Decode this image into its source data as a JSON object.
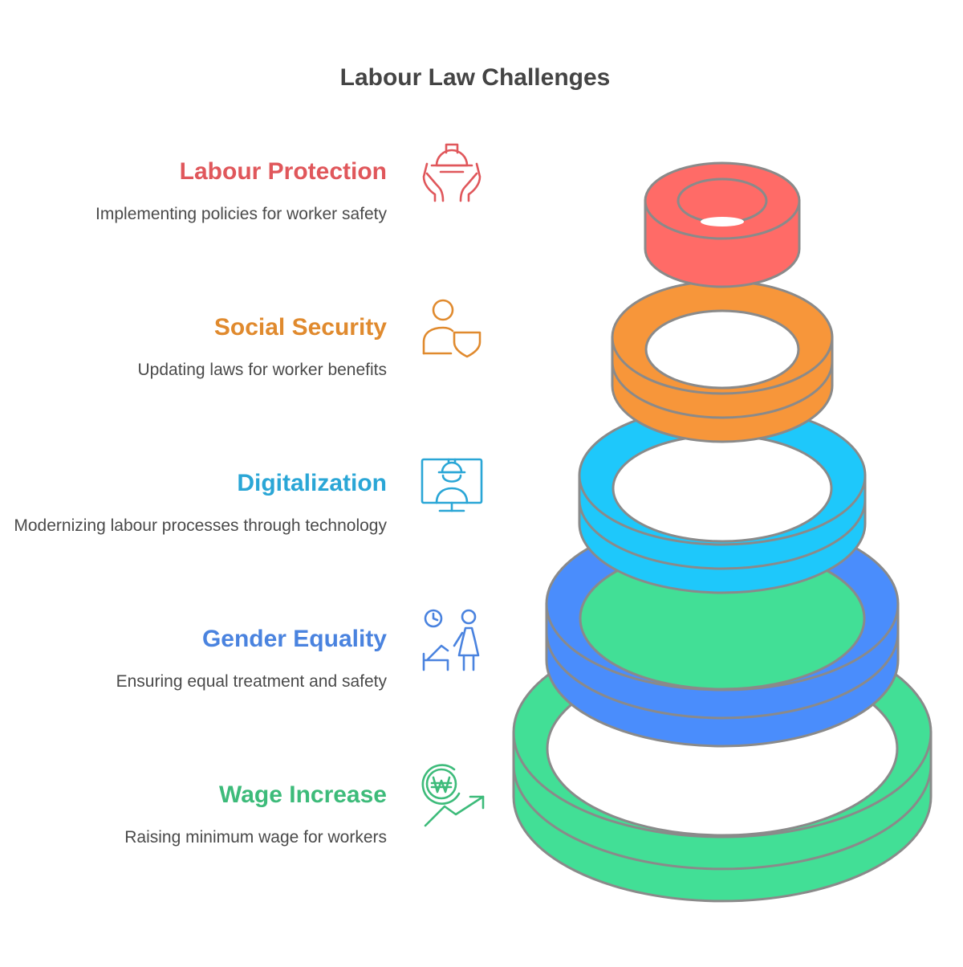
{
  "title": "Labour Law Challenges",
  "colors": {
    "outline": "#8a8a8a",
    "title_text": "#444444",
    "desc_text": "#4a4a4a"
  },
  "items": [
    {
      "title": "Labour Protection",
      "description": "Implementing policies for worker safety",
      "color": "#e0575b",
      "ring_color": "#ff6b67",
      "icon": "hands-hardhat-icon"
    },
    {
      "title": "Social Security",
      "description": "Updating laws for worker benefits",
      "color": "#e08a2e",
      "ring_color": "#f7963a",
      "icon": "person-shield-icon"
    },
    {
      "title": "Digitalization",
      "description": "Modernizing labour processes through technology",
      "color": "#2aa6d6",
      "ring_color": "#1ec8fb",
      "icon": "monitor-worker-icon"
    },
    {
      "title": "Gender Equality",
      "description": "Ensuring equal treatment and safety",
      "color": "#4a83df",
      "ring_color": "#4a8dfc",
      "icon": "people-clock-icon"
    },
    {
      "title": "Wage Increase",
      "description": "Raising minimum wage for workers",
      "color": "#3dbb7a",
      "ring_color": "#42df96",
      "icon": "won-growth-icon"
    }
  ]
}
